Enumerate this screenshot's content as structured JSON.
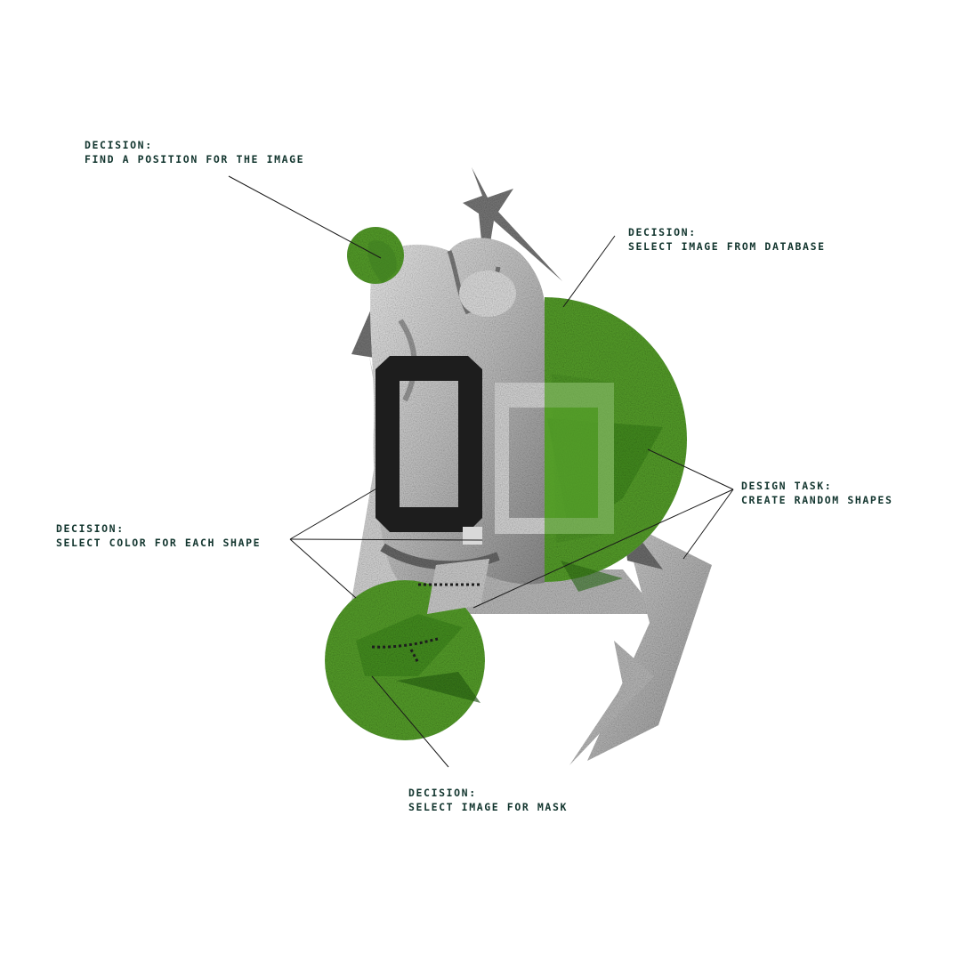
{
  "annotations": {
    "position": {
      "heading": "DECISION:",
      "text": "FIND A POSITION FOR THE IMAGE"
    },
    "database": {
      "heading": "DECISION:",
      "text": "SELECT IMAGE FROM DATABASE"
    },
    "shapes": {
      "heading": "DESIGN TASK:",
      "text": "CREATE RANDOM SHAPES"
    },
    "color": {
      "heading": "DECISION:",
      "text": "SELECT COLOR FOR EACH SHAPE"
    },
    "mask": {
      "heading": "DECISION:",
      "text": "SELECT IMAGE FOR MASK"
    }
  },
  "colors": {
    "green": "#57a12b",
    "dark_text": "#12352e",
    "letter_black": "#1d1d1d",
    "letter_grey": "#dcdcdc",
    "stone": "#c9c9c9",
    "shard": "#8a8a8a"
  }
}
